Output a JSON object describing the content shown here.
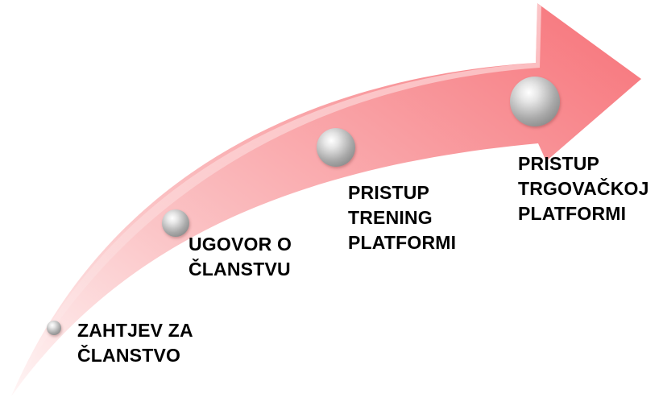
{
  "diagram": {
    "arrow_color_start": "#fdeaea",
    "arrow_color_end": "#f87c82",
    "bead_color": "#b9b9b9",
    "steps": [
      {
        "id": "zahtjev",
        "lines": [
          "ZAHTJEV ZA",
          "ČLANSTVO"
        ]
      },
      {
        "id": "ugovor",
        "lines": [
          "UGOVOR O",
          "ČLANSTVU"
        ]
      },
      {
        "id": "trening",
        "lines": [
          "PRISTUP",
          "TRENING",
          "PLATFORMI"
        ]
      },
      {
        "id": "trgovacka",
        "lines": [
          "PRISTUP",
          "TRGOVAČKOJ",
          "PLATFORMI"
        ]
      }
    ]
  }
}
